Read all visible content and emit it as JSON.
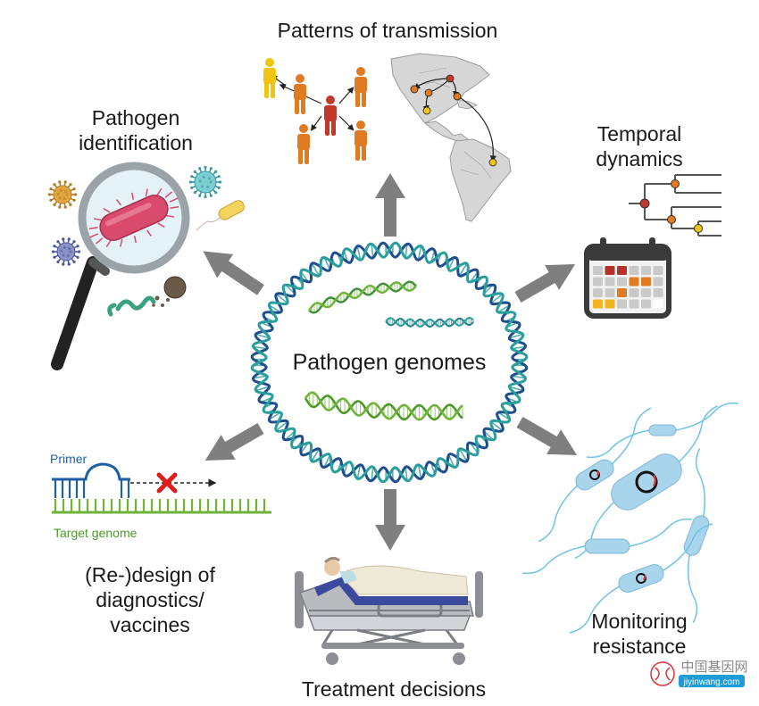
{
  "center_label": "Pathogen genomes",
  "labels": {
    "transmission": "Patterns of transmission",
    "identification_1": "Pathogen",
    "identification_2": "identification",
    "temporal_1": "Temporal",
    "temporal_2": "dynamics",
    "primer": "Primer",
    "target_genome": "Target genome",
    "design_1": "(Re-)design of",
    "design_2": "diagnostics/",
    "design_3": "vaccines",
    "resistance_1": "Monitoring",
    "resistance_2": "resistance",
    "treatment": "Treatment decisions"
  },
  "watermark": {
    "cn": "中国基因网",
    "url": "jiyinwang.com"
  },
  "colors": {
    "arrow": "#7f7f7f",
    "dna_blue": "#1f4e8c",
    "dna_teal": "#2a9d9d",
    "dna_green": "#6fb33a",
    "person_orange": "#e07b22",
    "person_red": "#c0392b",
    "person_yellow": "#f1c40f",
    "bacterium_pink": "#d94a6c",
    "cell_blue": "#a8d4ec"
  }
}
